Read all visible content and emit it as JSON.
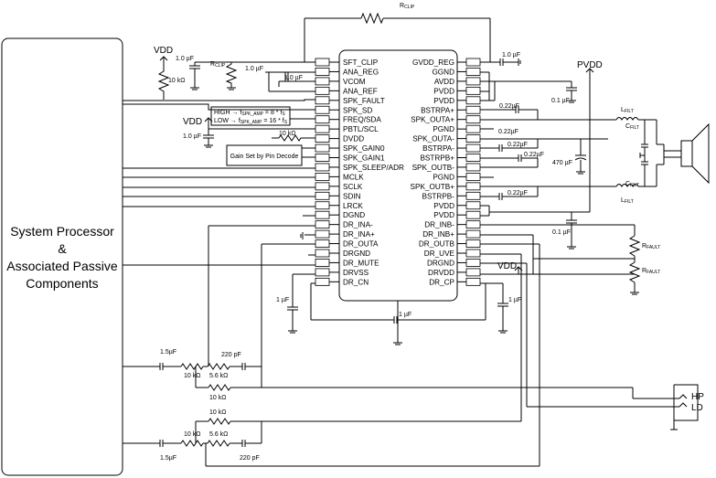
{
  "processor": {
    "line1": "System Processor",
    "line2": "&",
    "line3": "Associated Passive",
    "line4": "Components"
  },
  "chip": {
    "left_pins": [
      "SFT_CLIP",
      "ANA_REG",
      "VCOM",
      "ANA_REF",
      "SPK_FAULT",
      "SPK_SD",
      "FREQ/SDA",
      "PBTL/SCL",
      "DVDD",
      "SPK_GAIN0",
      "SPK_GAIN1",
      "SPK_SLEEP/ADR",
      "MCLK",
      "SCLK",
      "SDIN",
      "LRCK",
      "DGND",
      "DR_INA-",
      "DR_INA+",
      "DR_OUTA",
      "DRGND",
      "DR_MUTE",
      "DRVSS",
      "DR_CN"
    ],
    "right_pins": [
      "GVDD_REG",
      "GGND",
      "AVDD",
      "PVDD",
      "PVDD",
      "BSTRPA+",
      "SPK_OUTA+",
      "PGND",
      "SPK_OUTA-",
      "BSTRPA-",
      "BSTRPB+",
      "SPK_OUTB-",
      "PGND",
      "SPK_OUTB+",
      "BSTRPB-",
      "PVDD",
      "PVDD",
      "DR_INB-",
      "DR_INB+",
      "DR_OUTB",
      "DR_UVE",
      "DRGND",
      "DRVDD",
      "DR_CP"
    ]
  },
  "rails": {
    "vdd": "VDD",
    "pvdd": "PVDD"
  },
  "labels": {
    "r_clip": "R",
    "r_clip_sub": "CLIP",
    "r_clip2": "R",
    "r_clip2_sub": "CLIP",
    "c_1uf": "1.0 µF",
    "r_10k": "10 kΩ",
    "gain_box": "Gain Set by Pin Decode",
    "freq_high": "HIGH",
    "freq_low": "LOW",
    "freq_f": "f",
    "freq_spk_amp": "SPK_AMP",
    "freq_high_eq": "= 8 * f",
    "freq_low_eq": "= 16 * f",
    "freq_s": "S",
    "c_022": "0.22µF",
    "c_01": "0.1 µF",
    "c_470": "470 µF",
    "l_filt": "L",
    "l_filt_sub": "FILT",
    "c_filt": "C",
    "c_filt_sub": "FILT",
    "r_fault": "R",
    "r_fault_sub": "FAULT",
    "r_fault2": "R",
    "r_fault2_sub": "FAULT",
    "c_1u": "1 µF",
    "c_15": "1.5µF",
    "r_56k": "5.6 kΩ",
    "c_220": "220 pF",
    "hp": "HP",
    "ld": "LD"
  }
}
